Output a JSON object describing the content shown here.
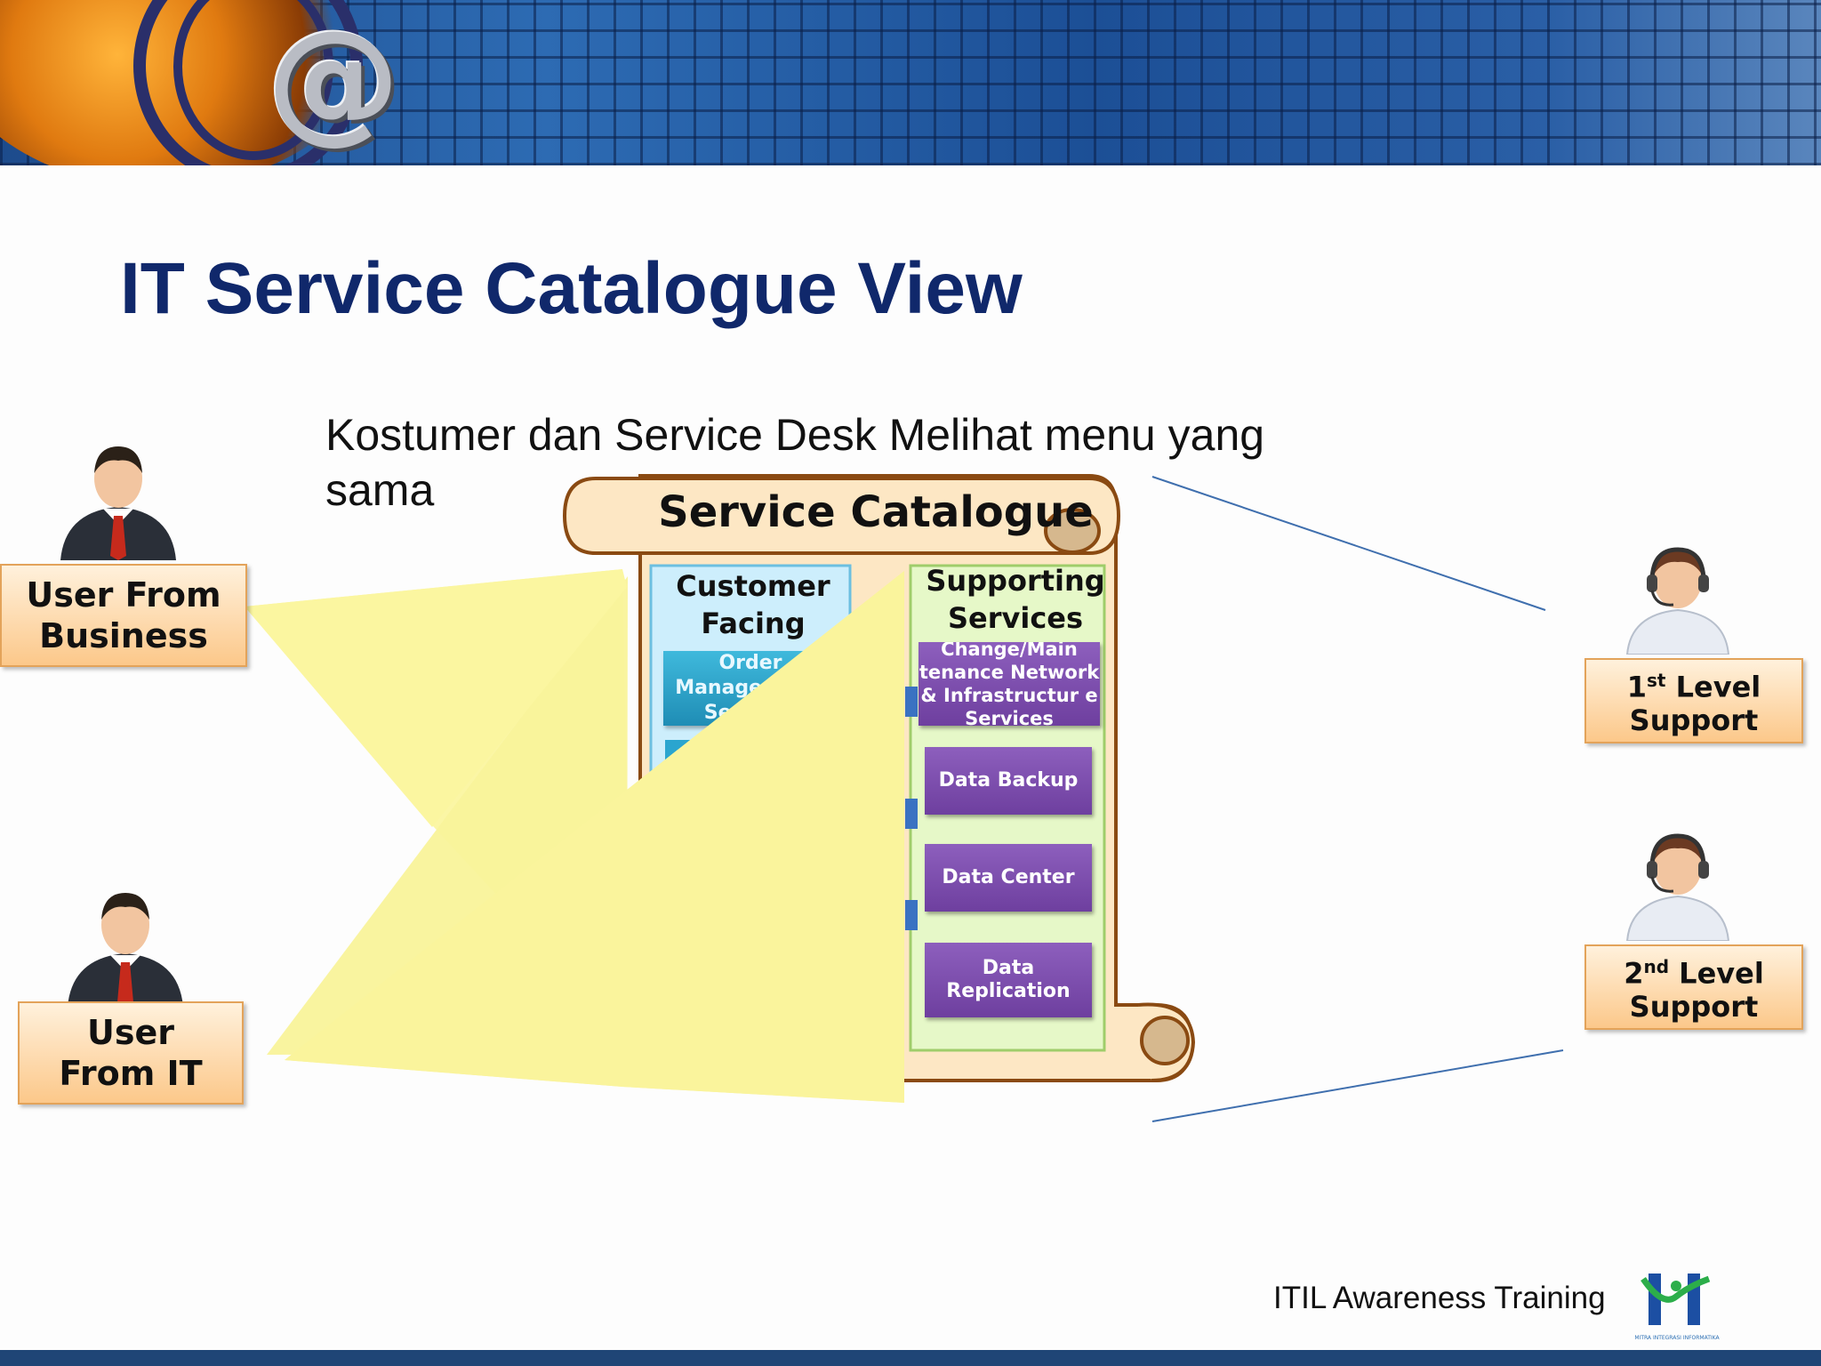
{
  "slide": {
    "title": "IT Service Catalogue View",
    "subtitle": "Kostumer dan Service Desk Melihat menu yang sama",
    "footer": "ITIL Awareness Training",
    "logo_caption": "MITRA INTEGRASI INFORMATIKA"
  },
  "users": {
    "business": "User From Business",
    "it": "User From IT"
  },
  "support": {
    "first_num": "1",
    "first_sup": "st",
    "first_label": "Level",
    "first_line2": "Support",
    "second_num": "2",
    "second_sup": "nd",
    "second_label": "Level",
    "second_line2": "Support"
  },
  "catalogue": {
    "title": "Service Catalogue",
    "customer_facing": "Customer Facing",
    "customer_items": [
      "Order Managemen t Services"
    ],
    "supporting": "Supporting Services",
    "supporting_items": [
      "Change/Main tenance Network & Infrastructur e Services",
      "Data Backup",
      "Data Center",
      "Data Replication"
    ]
  },
  "colors": {
    "title": "#10286b",
    "label_fill": "#fcc88a",
    "supporting_items": "#7b4bab",
    "customer_items": "#2ea4cc",
    "callout": "#fbf6a0"
  }
}
